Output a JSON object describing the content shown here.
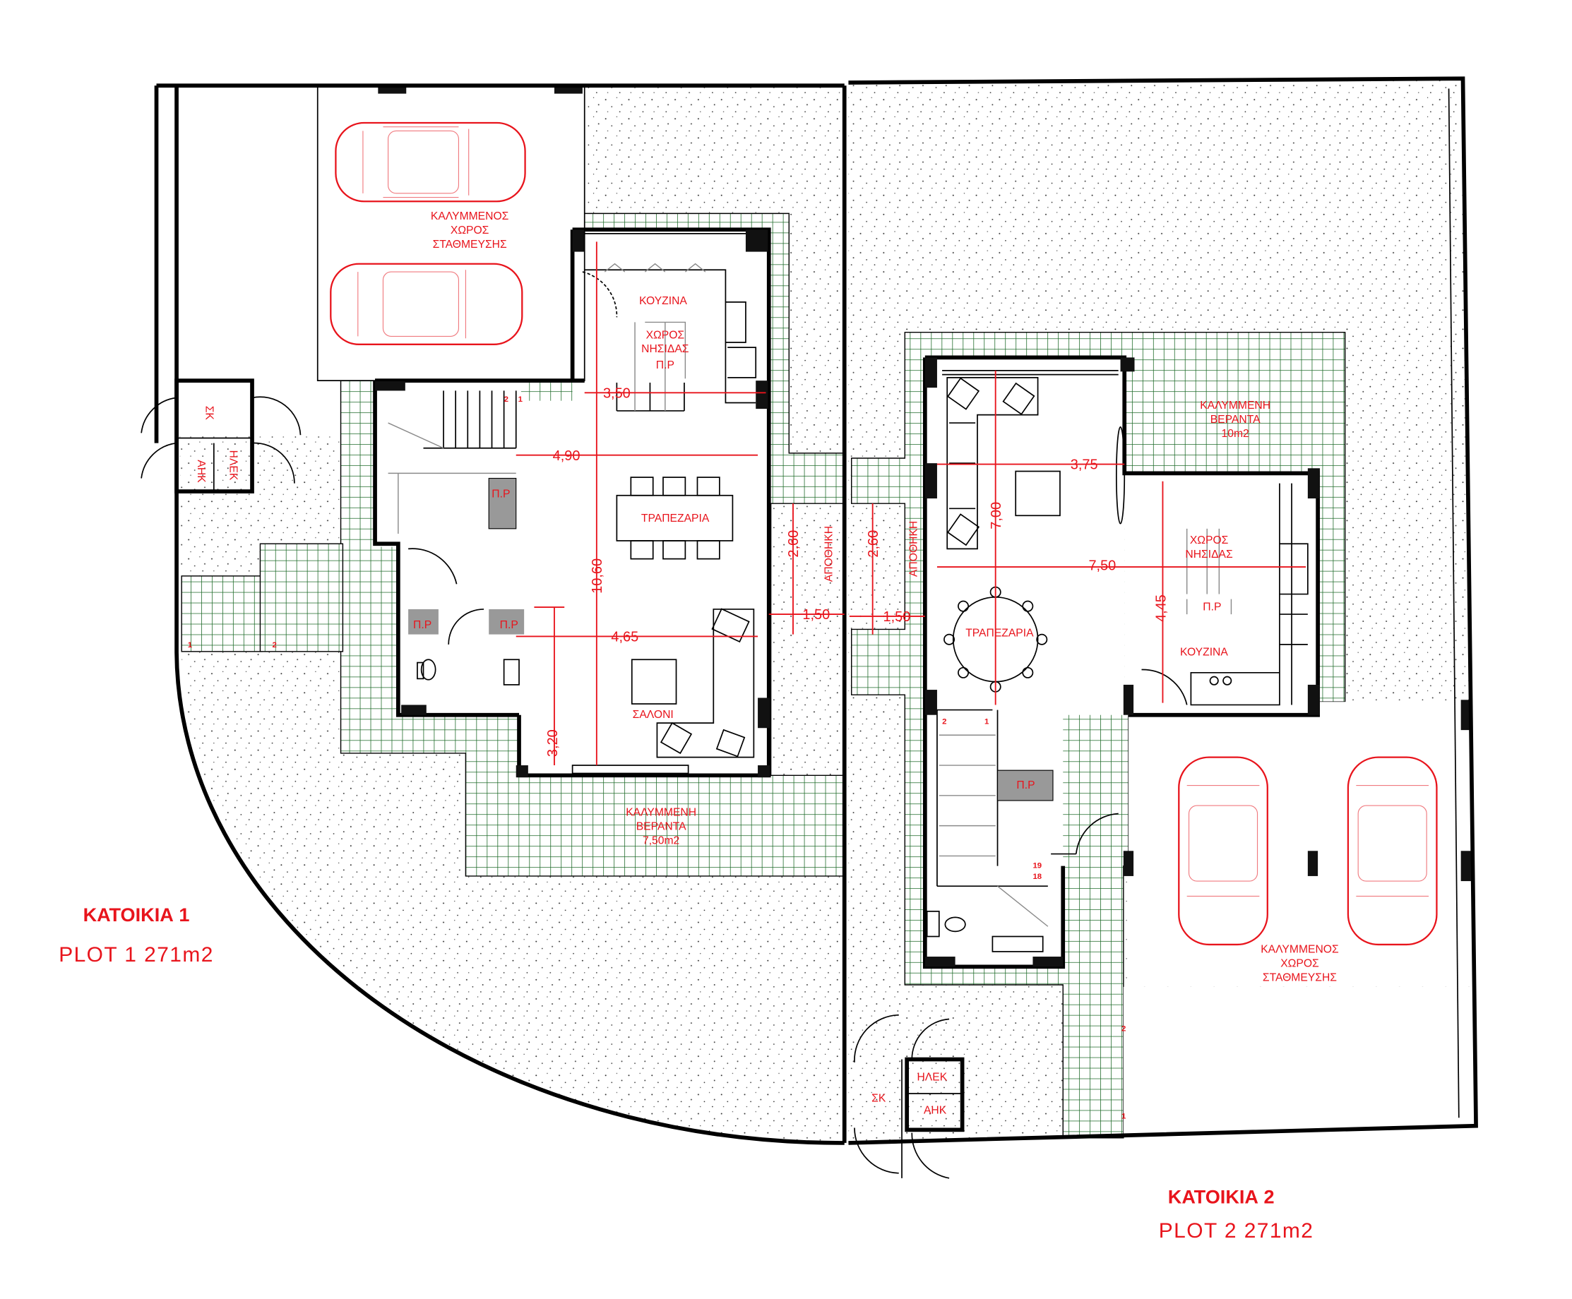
{
  "plot1": {
    "title": "ΚΑΤΟΙΚΙΑ 1",
    "plot_label": "PLOT  1  271m2",
    "parking": [
      "ΚΑΛΥΜΜΕΝΟΣ",
      "ΧΩΡΟΣ",
      "ΣΤΑΘΜΕΥΣΗΣ"
    ],
    "kitchen": "ΚΟΥΖΙΝΑ",
    "island": [
      "ΧΩΡΟΣ",
      "ΝΗΣΙΔΑΣ",
      "Π.Ρ"
    ],
    "dining": "ΤΡΑΠΕΖΑΡΙΑ",
    "living": "ΣΑΛΟΝΙ",
    "veranda": [
      "ΚΑΛΥΜΜΕΝΗ",
      "ΒΕΡΑΝΤΑ",
      "7,50m2"
    ],
    "storage": "ΑΠΟΘΗΚΗ",
    "sk": "ΣΚ",
    "aik": "ΑΗΚ",
    "ilek": "ΗΛΕΚ",
    "pr": "Π.Ρ",
    "dimensions": {
      "d350": "3,50",
      "d490": "4,90",
      "d1060": "10,60",
      "d465": "4,65",
      "d320": "3,20",
      "d260": "2,60",
      "d150": "1,50"
    },
    "step_numbers": [
      "2",
      "1",
      "1",
      "2"
    ]
  },
  "plot2": {
    "title": "ΚΑΤΟΙΚΙΑ 2",
    "plot_label": "PLOT  2  271m2",
    "veranda": [
      "ΚΑΛΥΜΜΕΝΗ",
      "ΒΕΡΑΝΤΑ",
      "10m2"
    ],
    "island": [
      "ΧΩΡΟΣ",
      "ΝΗΣΙΔΑΣ"
    ],
    "pr": "Π.Ρ",
    "kitchen": "ΚΟΥΖΙΝΑ",
    "dining": "ΤΡΑΠΕΖΑΡΙΑ",
    "parking": [
      "ΚΑΛΥΜΜΕΝΟΣ",
      "ΧΩΡΟΣ",
      "ΣΤΑΘΜΕΥΣΗΣ"
    ],
    "storage": "ΑΠΟΘΗΚΗ",
    "sk": "ΣΚ",
    "aik": "ΑΗΚ",
    "ilek": "ΗΛΕΚ",
    "dimensions": {
      "d375": "3,75",
      "d700": "7,00",
      "d750": "7,50",
      "d445": "4,45",
      "d260": "2,60",
      "d150": "1,50"
    },
    "step_numbers": [
      "2",
      "1",
      "19",
      "18",
      "2",
      "1"
    ]
  },
  "colors": {
    "annotation": "#e8141c",
    "tile_grid": "#1f6b2a",
    "walls": "#000000"
  }
}
